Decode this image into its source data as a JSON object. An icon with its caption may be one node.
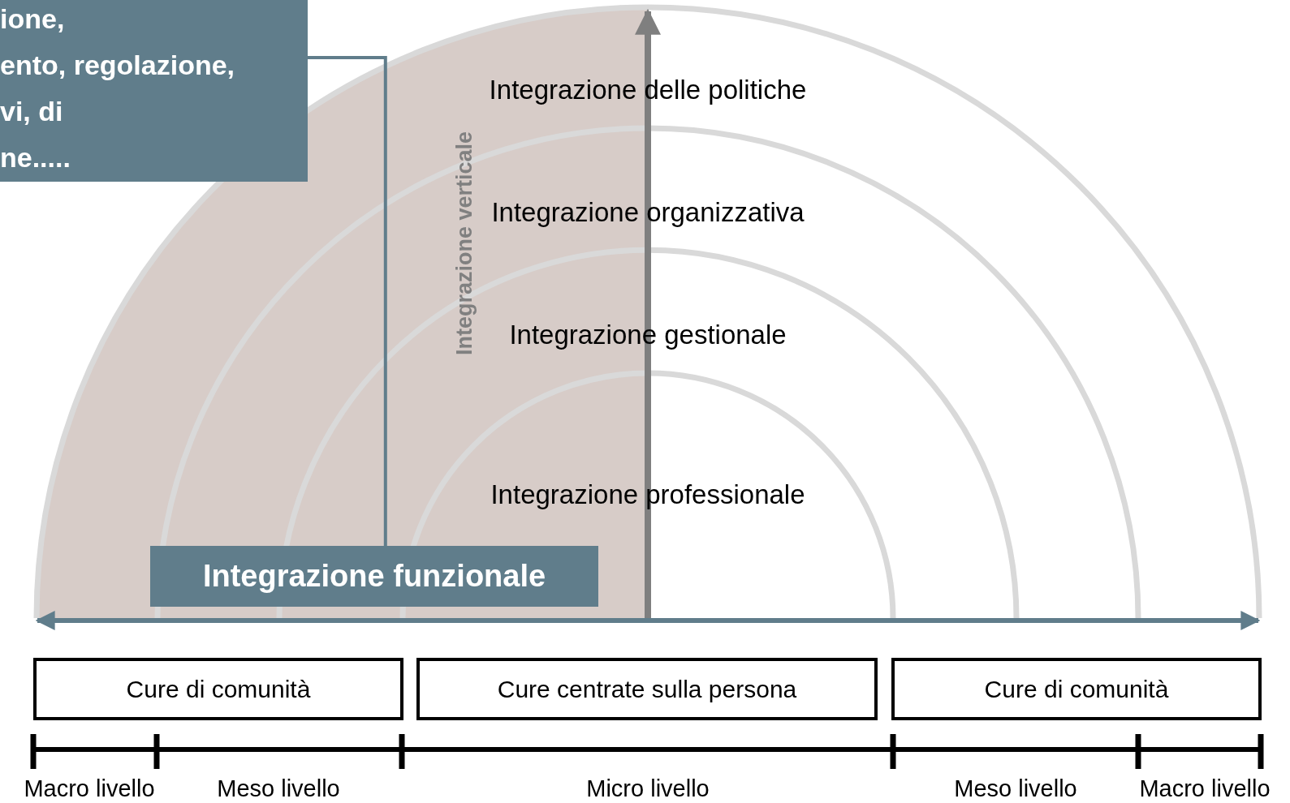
{
  "diagram": {
    "nodes": [
      {
        "text": [
          "ione,",
          "ento, regolazione,",
          "vi, di",
          "ne....."
        ]
      },
      {
        "text": [
          "Integrazione funzionale"
        ]
      },
      {
        "text": [
          "Cure di comunità"
        ]
      },
      {
        "text": [
          "Cure centrate sulla persona"
        ]
      },
      {
        "text": [
          "Cure di comunità"
        ]
      }
    ],
    "edges": [
      {
        "from": 0,
        "to": 1,
        "arrow": "none"
      }
    ],
    "labels": [
      "Integrazione delle politiche",
      "Integrazione organizzativa",
      "Integrazione gestionale",
      "Integrazione professionale",
      "Integrazione verticale",
      "Macro livello",
      "Meso livello",
      "Micro livello",
      "Meso livello",
      "Macro livello"
    ]
  }
}
